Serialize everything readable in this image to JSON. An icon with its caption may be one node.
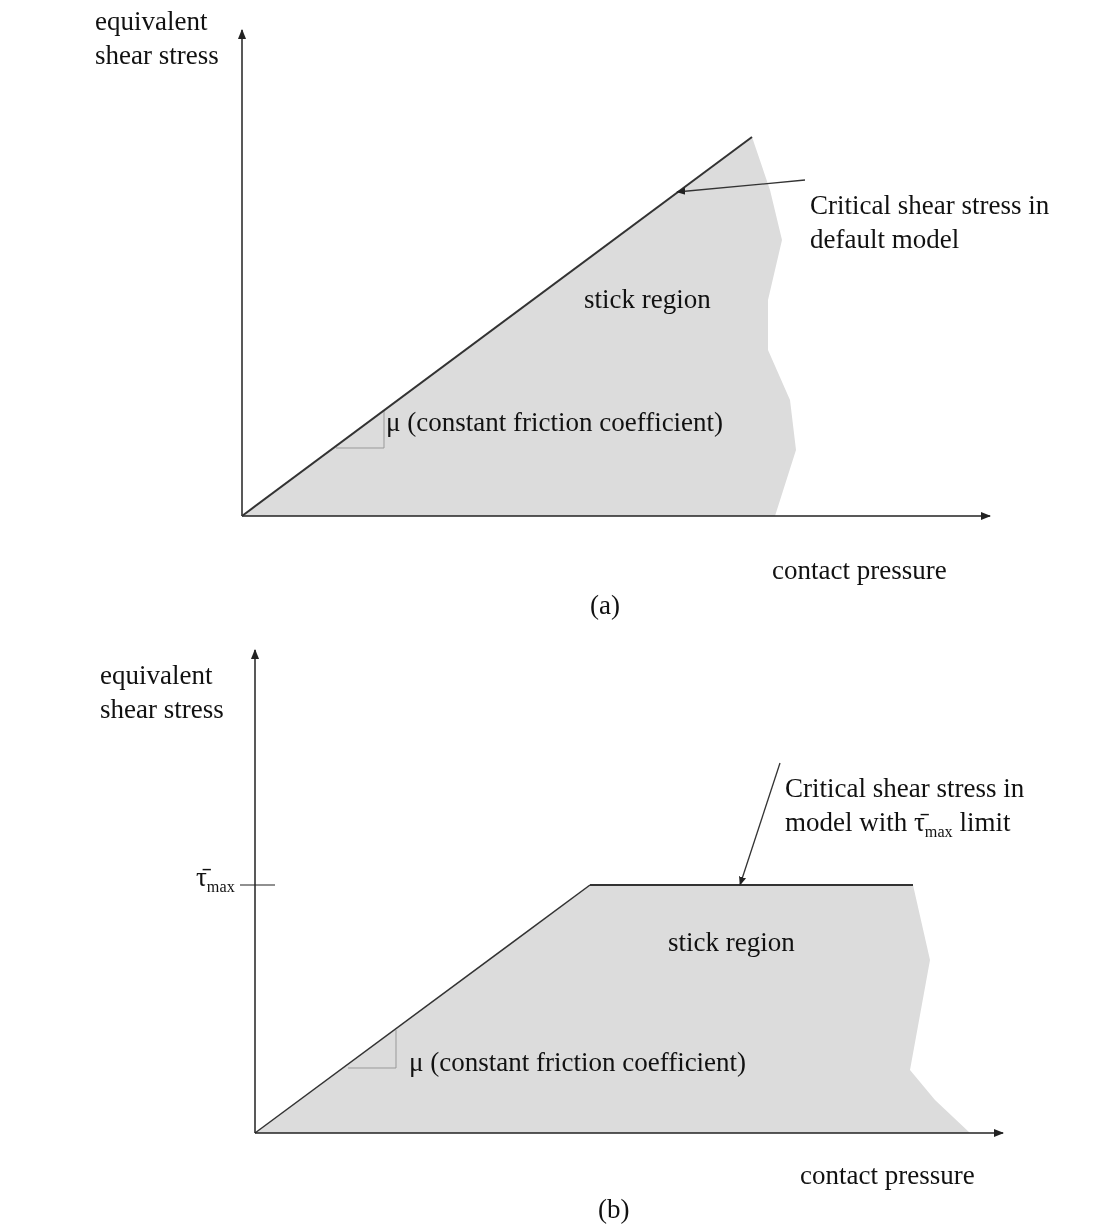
{
  "diagram": {
    "nodes": [
      {
        "text": [
          "Critical shear stress in default model"
        ]
      },
      {
        "text": [],
        "shape": "line"
      },
      {
        "text": [
          "Critical shear stress in model with τ̄$_{max}$ limit"
        ]
      },
      {
        "text": [],
        "shape": "line"
      }
    ],
    "edges": [
      {
        "from": 0,
        "to": 1,
        "arrow": "to"
      },
      {
        "from": 2,
        "to": 3,
        "arrow": "to"
      }
    ],
    "labels": [
      "equivalent shear stress",
      "stick region",
      "μ (constant friction coefficient)",
      "contact pressure",
      "(a)",
      "equivalent shear stress",
      "τ̄$_{max}$",
      "stick region",
      "μ (constant friction coefficient)",
      "contact pressure",
      "(b)"
    ]
  }
}
